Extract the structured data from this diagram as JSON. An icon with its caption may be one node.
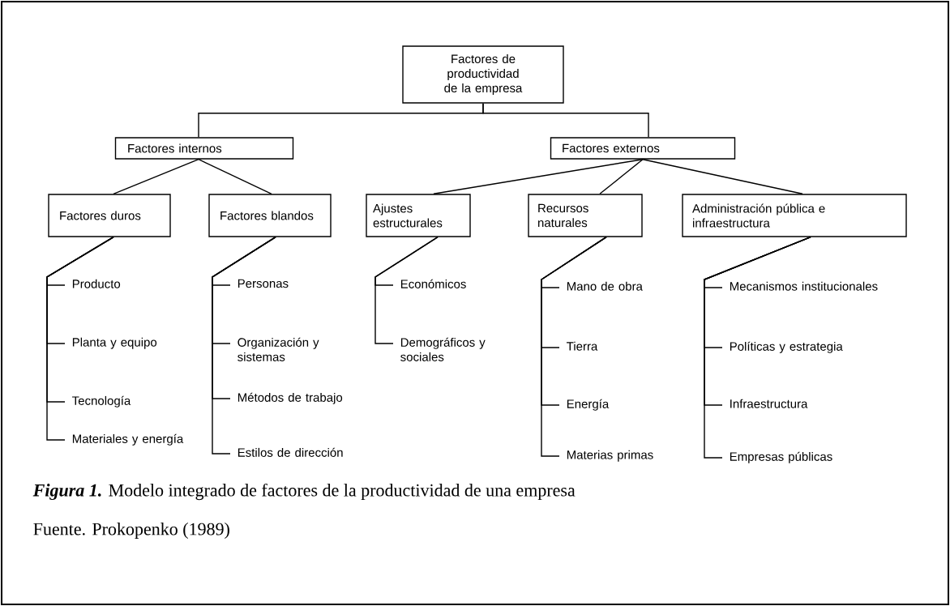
{
  "diagram": {
    "caption": "**Figura 1.** Modelo integrado de factores de la productividad de una empresa",
    "nodes": [
      {
        "text": [
          "Factores de productividad de la empresa"
        ]
      },
      {
        "text": [
          "Factores internos"
        ]
      },
      {
        "text": [
          "Factores externos"
        ]
      },
      {
        "text": [
          "Factores duros"
        ]
      },
      {
        "text": [
          "Factores blandos"
        ]
      },
      {
        "text": [
          "Ajustes estructurales"
        ]
      },
      {
        "text": [
          "Recursos naturales"
        ]
      },
      {
        "text": [
          "Administración pública e infraestructura"
        ]
      },
      {
        "text": [
          "Producto"
        ]
      },
      {
        "text": [
          "Planta y equipo"
        ]
      },
      {
        "text": [
          "Tecnología"
        ]
      },
      {
        "text": [
          "Materiales y energía"
        ]
      },
      {
        "text": [
          "Personas"
        ]
      },
      {
        "text": [
          "Organización y sistemas"
        ]
      },
      {
        "text": [
          "Métodos de trabajo"
        ]
      },
      {
        "text": [
          "Estilos de dirección"
        ]
      },
      {
        "text": [
          "Económicos"
        ]
      },
      {
        "text": [
          "Demográficos y sociales"
        ]
      },
      {
        "text": [
          "Mano de obra"
        ]
      },
      {
        "text": [
          "Tierra"
        ]
      },
      {
        "text": [
          "Energía"
        ]
      },
      {
        "text": [
          "Materias primas"
        ]
      },
      {
        "text": [
          "Mecanismos institucionales"
        ]
      },
      {
        "text": [
          "Políticas y estrategia"
        ]
      },
      {
        "text": [
          "Infraestructura"
        ]
      },
      {
        "text": [
          "Empresas públicas"
        ]
      }
    ],
    "edges": [
      {
        "from": 0,
        "to": 1,
        "arrow": "none"
      },
      {
        "from": 0,
        "to": 2,
        "arrow": "none"
      },
      {
        "from": 1,
        "to": 3,
        "arrow": "none"
      },
      {
        "from": 1,
        "to": 4,
        "arrow": "none"
      },
      {
        "from": 2,
        "to": 5,
        "arrow": "none"
      },
      {
        "from": 2,
        "to": 6,
        "arrow": "none"
      },
      {
        "from": 2,
        "to": 7,
        "arrow": "none"
      },
      {
        "from": 3,
        "to": 8,
        "arrow": "none"
      },
      {
        "from": 3,
        "to": 9,
        "arrow": "none"
      },
      {
        "from": 3,
        "to": 10,
        "arrow": "none"
      },
      {
        "from": 3,
        "to": 11,
        "arrow": "none"
      },
      {
        "from": 4,
        "to": 12,
        "arrow": "none"
      },
      {
        "from": 4,
        "to": 13,
        "arrow": "none"
      },
      {
        "from": 4,
        "to": 14,
        "arrow": "none"
      },
      {
        "from": 4,
        "to": 15,
        "arrow": "none"
      },
      {
        "from": 5,
        "to": 16,
        "arrow": "none"
      },
      {
        "from": 5,
        "to": 17,
        "arrow": "none"
      },
      {
        "from": 6,
        "to": 18,
        "arrow": "none"
      },
      {
        "from": 6,
        "to": 19,
        "arrow": "none"
      },
      {
        "from": 6,
        "to": 20,
        "arrow": "none"
      },
      {
        "from": 6,
        "to": 21,
        "arrow": "none"
      },
      {
        "from": 7,
        "to": 22,
        "arrow": "none"
      },
      {
        "from": 7,
        "to": 23,
        "arrow": "none"
      },
      {
        "from": 7,
        "to": 24,
        "arrow": "none"
      },
      {
        "from": 7,
        "to": 25,
        "arrow": "none"
      }
    ],
    "labels": [
      "Fuente. Prokopenko (1989)"
    ]
  }
}
